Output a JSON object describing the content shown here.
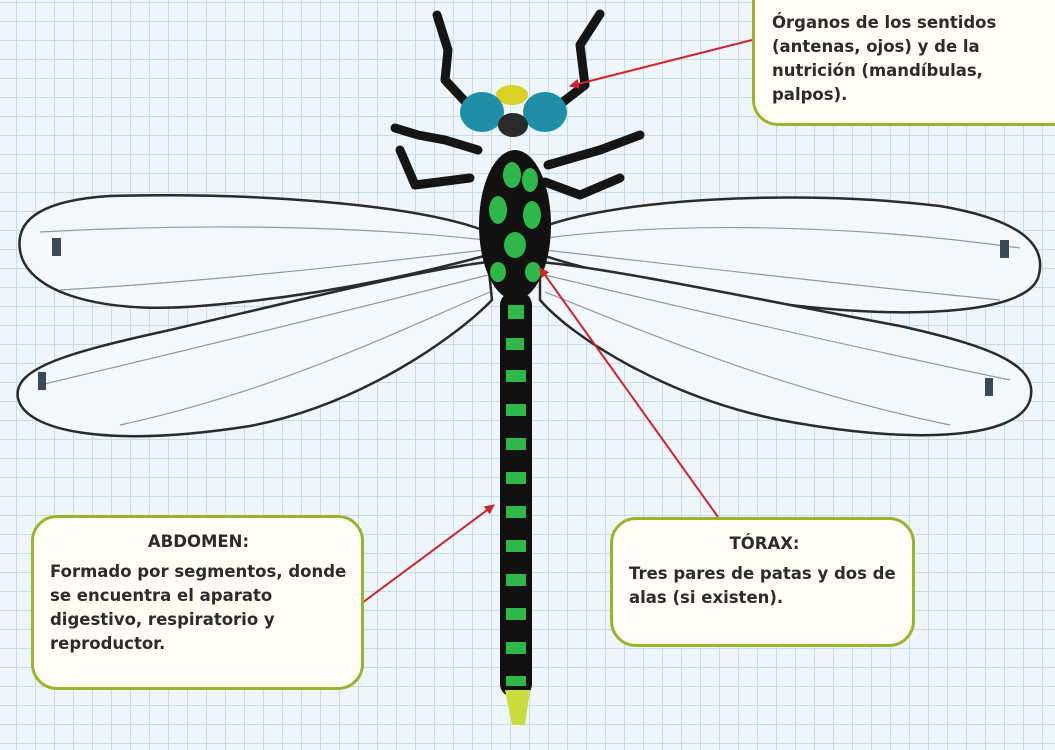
{
  "callouts": {
    "head": {
      "text": "Órganos de los sentidos (antenas, ojos) y de la nutrición (mandíbulas, palpos)."
    },
    "abdomen": {
      "title": "ABDOMEN:",
      "text": "Formado por segmentos, donde se encuentra el aparato digestivo, respiratorio y reproductor."
    },
    "thorax": {
      "title": "TÓRAX:",
      "text": "Tres pares de patas y dos de alas (si existen)."
    }
  },
  "colors": {
    "grid_background": "#eef6fb",
    "grid_lines": "#c5dcec",
    "callout_border": "#9ab42c",
    "pointer_arrow": "#d2232a",
    "body_green": "#2fb84a",
    "body_black": "#111111",
    "eyes": "#1f8fa8",
    "wing_fill": "#f3f8fc"
  }
}
